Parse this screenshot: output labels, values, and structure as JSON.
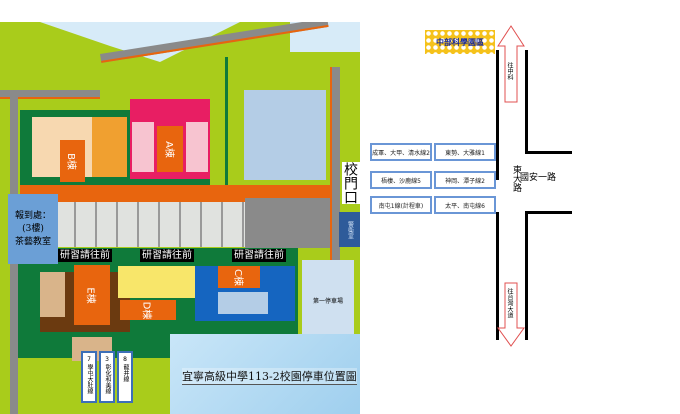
{
  "map": {
    "title": "宜寧高級中學113-2校園停車位置圖",
    "buildings": {
      "a": "A棟",
      "b": "B棟",
      "c": "C棟",
      "d": "D棟",
      "e": "E棟"
    },
    "checkin": {
      "line1": "報到處：",
      "line2": "(3樓)",
      "line3": "茶藝教室"
    },
    "direction_sign": "研習請往前",
    "gate": "校門口",
    "guard": "警衛室",
    "parking": "第一停車場",
    "bus_lines_bottom": [
      {
        "num": "7",
        "name": "學屯大肚線"
      },
      {
        "num": "3",
        "name": "彰化和美線"
      },
      {
        "num": "8",
        "name": "龍井線"
      }
    ]
  },
  "roads": {
    "park_badge": "中部科學園區",
    "up_arrow": "往中科",
    "down_arrow": "往台灣大道",
    "east_road": "東大路",
    "guoan_road": "國安一路",
    "bus_lines": [
      "成軍、大甲、清水線2",
      "東勢、大雅線1",
      "梧棲、沙鹿線5",
      "神岡、潭子線2",
      "南屯1線(計程車)",
      "太平、南屯線6"
    ]
  },
  "colors": {
    "grass": "#a9cc1b",
    "orange": "#e8650e",
    "green": "#0f7a3a",
    "road": "#8a8a8a",
    "water": "#b9d9f0"
  }
}
